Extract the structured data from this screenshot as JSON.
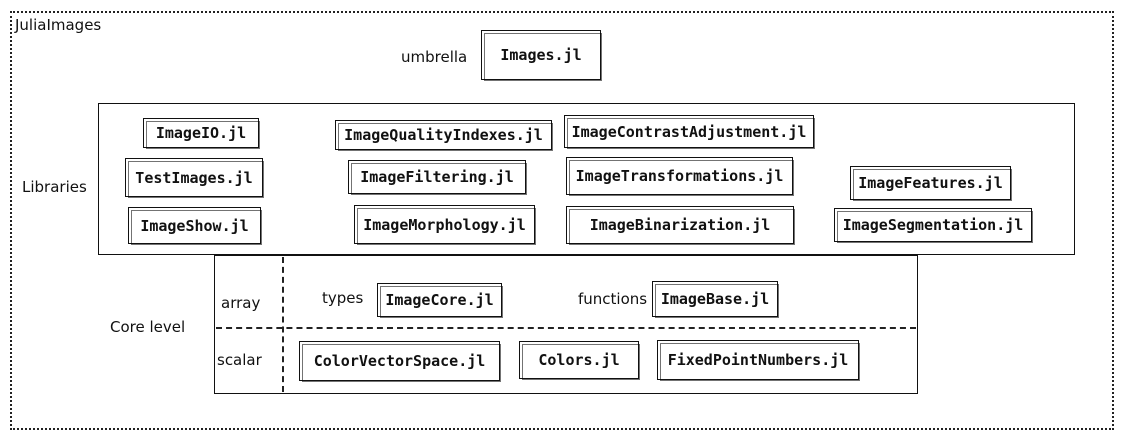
{
  "title": "JuliaImages",
  "umbrella": {
    "label": "umbrella",
    "package": "Images.jl"
  },
  "libraries": {
    "label": "Libraries",
    "packages": [
      "ImageIO.jl",
      "ImageQualityIndexes.jl",
      "ImageContrastAdjustment.jl",
      "TestImages.jl",
      "ImageFiltering.jl",
      "ImageTransformations.jl",
      "ImageFeatures.jl",
      "ImageShow.jl",
      "ImageMorphology.jl",
      "ImageBinarization.jl",
      "ImageSegmentation.jl"
    ]
  },
  "core": {
    "label": "Core level",
    "array": {
      "label": "array",
      "types_label": "types",
      "types_package": "ImageCore.jl",
      "functions_label": "functions",
      "functions_package": "ImageBase.jl"
    },
    "scalar": {
      "label": "scalar",
      "packages": [
        "ColorVectorSpace.jl",
        "Colors.jl",
        "FixedPointNumbers.jl"
      ]
    }
  }
}
